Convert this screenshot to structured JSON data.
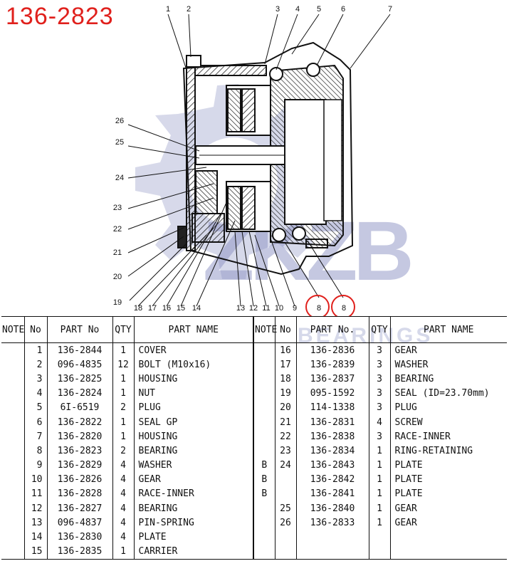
{
  "title": "136-2823",
  "watermark": {
    "main": "ZKZB",
    "sub": "BEARINGS"
  },
  "callouts_top": [
    "1",
    "2",
    "3",
    "4",
    "5",
    "6",
    "7"
  ],
  "callouts_left": [
    "26",
    "25",
    "24",
    "23",
    "22",
    "21",
    "20",
    "19"
  ],
  "callouts_bottom": [
    "18",
    "17",
    "16",
    "15",
    "14",
    "13",
    "12",
    "11",
    "10",
    "9",
    "8",
    "8"
  ],
  "highlight_color": "#e0201c",
  "table": {
    "headers": [
      "NOTE",
      "No",
      "PART No",
      "QTY",
      "PART NAME",
      "NOTE",
      "No",
      "PART No.",
      "QTY",
      "PART NAME"
    ],
    "rows": [
      [
        "",
        "1",
        "136-2844",
        "1",
        "COVER",
        "",
        "16",
        "136-2836",
        "3",
        "GEAR"
      ],
      [
        "",
        "2",
        "096-4835",
        "12",
        "BOLT (M10x16)",
        "",
        "17",
        "136-2839",
        "3",
        "WASHER"
      ],
      [
        "",
        "3",
        "136-2825",
        "1",
        "HOUSING",
        "",
        "18",
        "136-2837",
        "3",
        "BEARING"
      ],
      [
        "",
        "4",
        "136-2824",
        "1",
        "NUT",
        "",
        "19",
        "095-1592",
        "3",
        "SEAL (ID=23.70mm)"
      ],
      [
        "",
        "5",
        "6I-6519",
        "2",
        "PLUG",
        "",
        "20",
        "114-1338",
        "3",
        "PLUG"
      ],
      [
        "",
        "6",
        "136-2822",
        "1",
        "SEAL GP",
        "",
        "21",
        "136-2831",
        "4",
        "SCREW"
      ],
      [
        "",
        "7",
        "136-2820",
        "1",
        "HOUSING",
        "",
        "22",
        "136-2838",
        "3",
        "RACE-INNER"
      ],
      [
        "",
        "8",
        "136-2823",
        "2",
        "BEARING",
        "",
        "23",
        "136-2834",
        "1",
        "RING-RETAINING"
      ],
      [
        "",
        "9",
        "136-2829",
        "4",
        "WASHER",
        "B",
        "24",
        "136-2843",
        "1",
        "PLATE"
      ],
      [
        "",
        "10",
        "136-2826",
        "4",
        "GEAR",
        "B",
        "",
        "136-2842",
        "1",
        "PLATE"
      ],
      [
        "",
        "11",
        "136-2828",
        "4",
        "RACE-INNER",
        "B",
        "",
        "136-2841",
        "1",
        "PLATE"
      ],
      [
        "",
        "12",
        "136-2827",
        "4",
        "BEARING",
        "",
        "25",
        "136-2840",
        "1",
        "GEAR"
      ],
      [
        "",
        "13",
        "096-4837",
        "4",
        "PIN-SPRING",
        "",
        "26",
        "136-2833",
        "1",
        "GEAR"
      ],
      [
        "",
        "14",
        "136-2830",
        "4",
        "PLATE",
        "",
        "",
        "",
        "",
        ""
      ],
      [
        "",
        "15",
        "136-2835",
        "1",
        "CARRIER",
        "",
        "",
        "",
        "",
        ""
      ]
    ]
  }
}
